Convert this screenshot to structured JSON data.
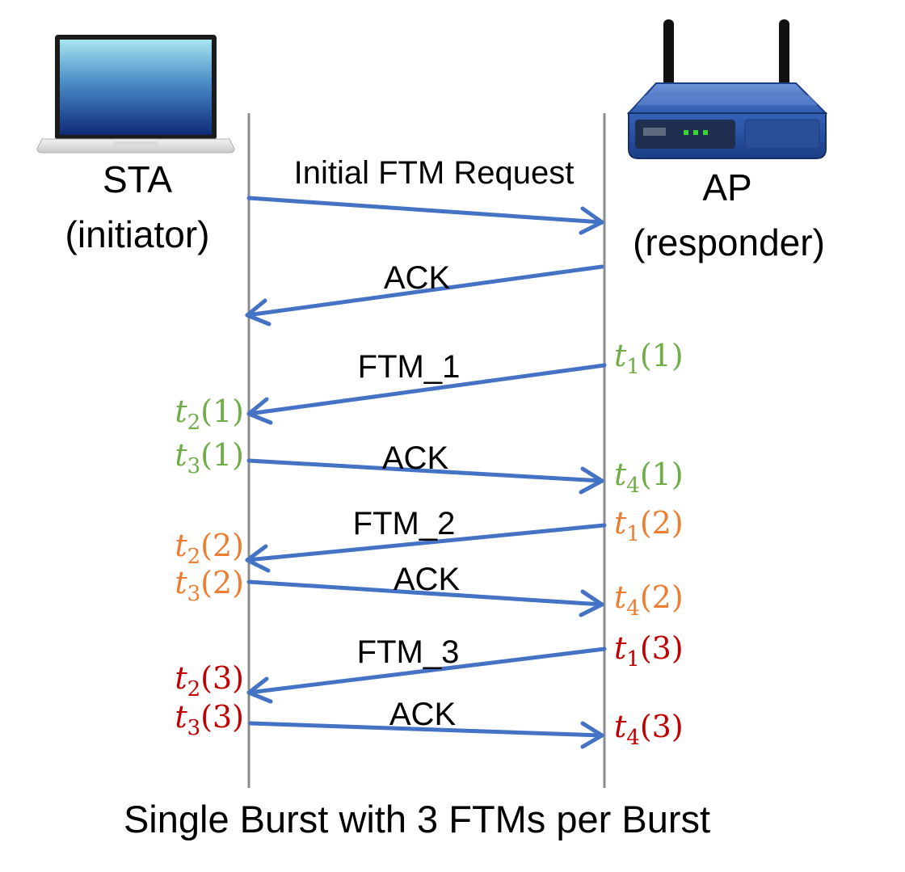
{
  "colors": {
    "arrow": "#4472C4",
    "lifeline": "#8C8C8C",
    "text": "#000000",
    "burst_1": "#70AD47",
    "burst_2": "#ED7D31",
    "burst_3": "#C00000"
  },
  "icons": {
    "initiator": "laptop-icon",
    "responder": "wireless-router-icon"
  },
  "initiator": {
    "name": "STA",
    "role": "(initiator)"
  },
  "responder": {
    "name": "AP",
    "role": "(responder)"
  },
  "messages": {
    "m1": "Initial FTM Request",
    "m2": "ACK",
    "m3": "FTM_1",
    "m4": "ACK",
    "m5": "FTM_2",
    "m6": "ACK",
    "m7": "FTM_3",
    "m8": "ACK"
  },
  "timestamps": {
    "t1_1": {
      "var": "t",
      "sub": "1",
      "arg": "(1)"
    },
    "t2_1": {
      "var": "t",
      "sub": "2",
      "arg": "(1)"
    },
    "t3_1": {
      "var": "t",
      "sub": "3",
      "arg": "(1)"
    },
    "t4_1": {
      "var": "t",
      "sub": "4",
      "arg": "(1)"
    },
    "t1_2": {
      "var": "t",
      "sub": "1",
      "arg": "(2)"
    },
    "t2_2": {
      "var": "t",
      "sub": "2",
      "arg": "(2)"
    },
    "t3_2": {
      "var": "t",
      "sub": "3",
      "arg": "(2)"
    },
    "t4_2": {
      "var": "t",
      "sub": "4",
      "arg": "(2)"
    },
    "t1_3": {
      "var": "t",
      "sub": "1",
      "arg": "(3)"
    },
    "t2_3": {
      "var": "t",
      "sub": "2",
      "arg": "(3)"
    },
    "t3_3": {
      "var": "t",
      "sub": "3",
      "arg": "(3)"
    },
    "t4_3": {
      "var": "t",
      "sub": "4",
      "arg": "(3)"
    }
  },
  "caption": "Single Burst with 3 FTMs per Burst"
}
